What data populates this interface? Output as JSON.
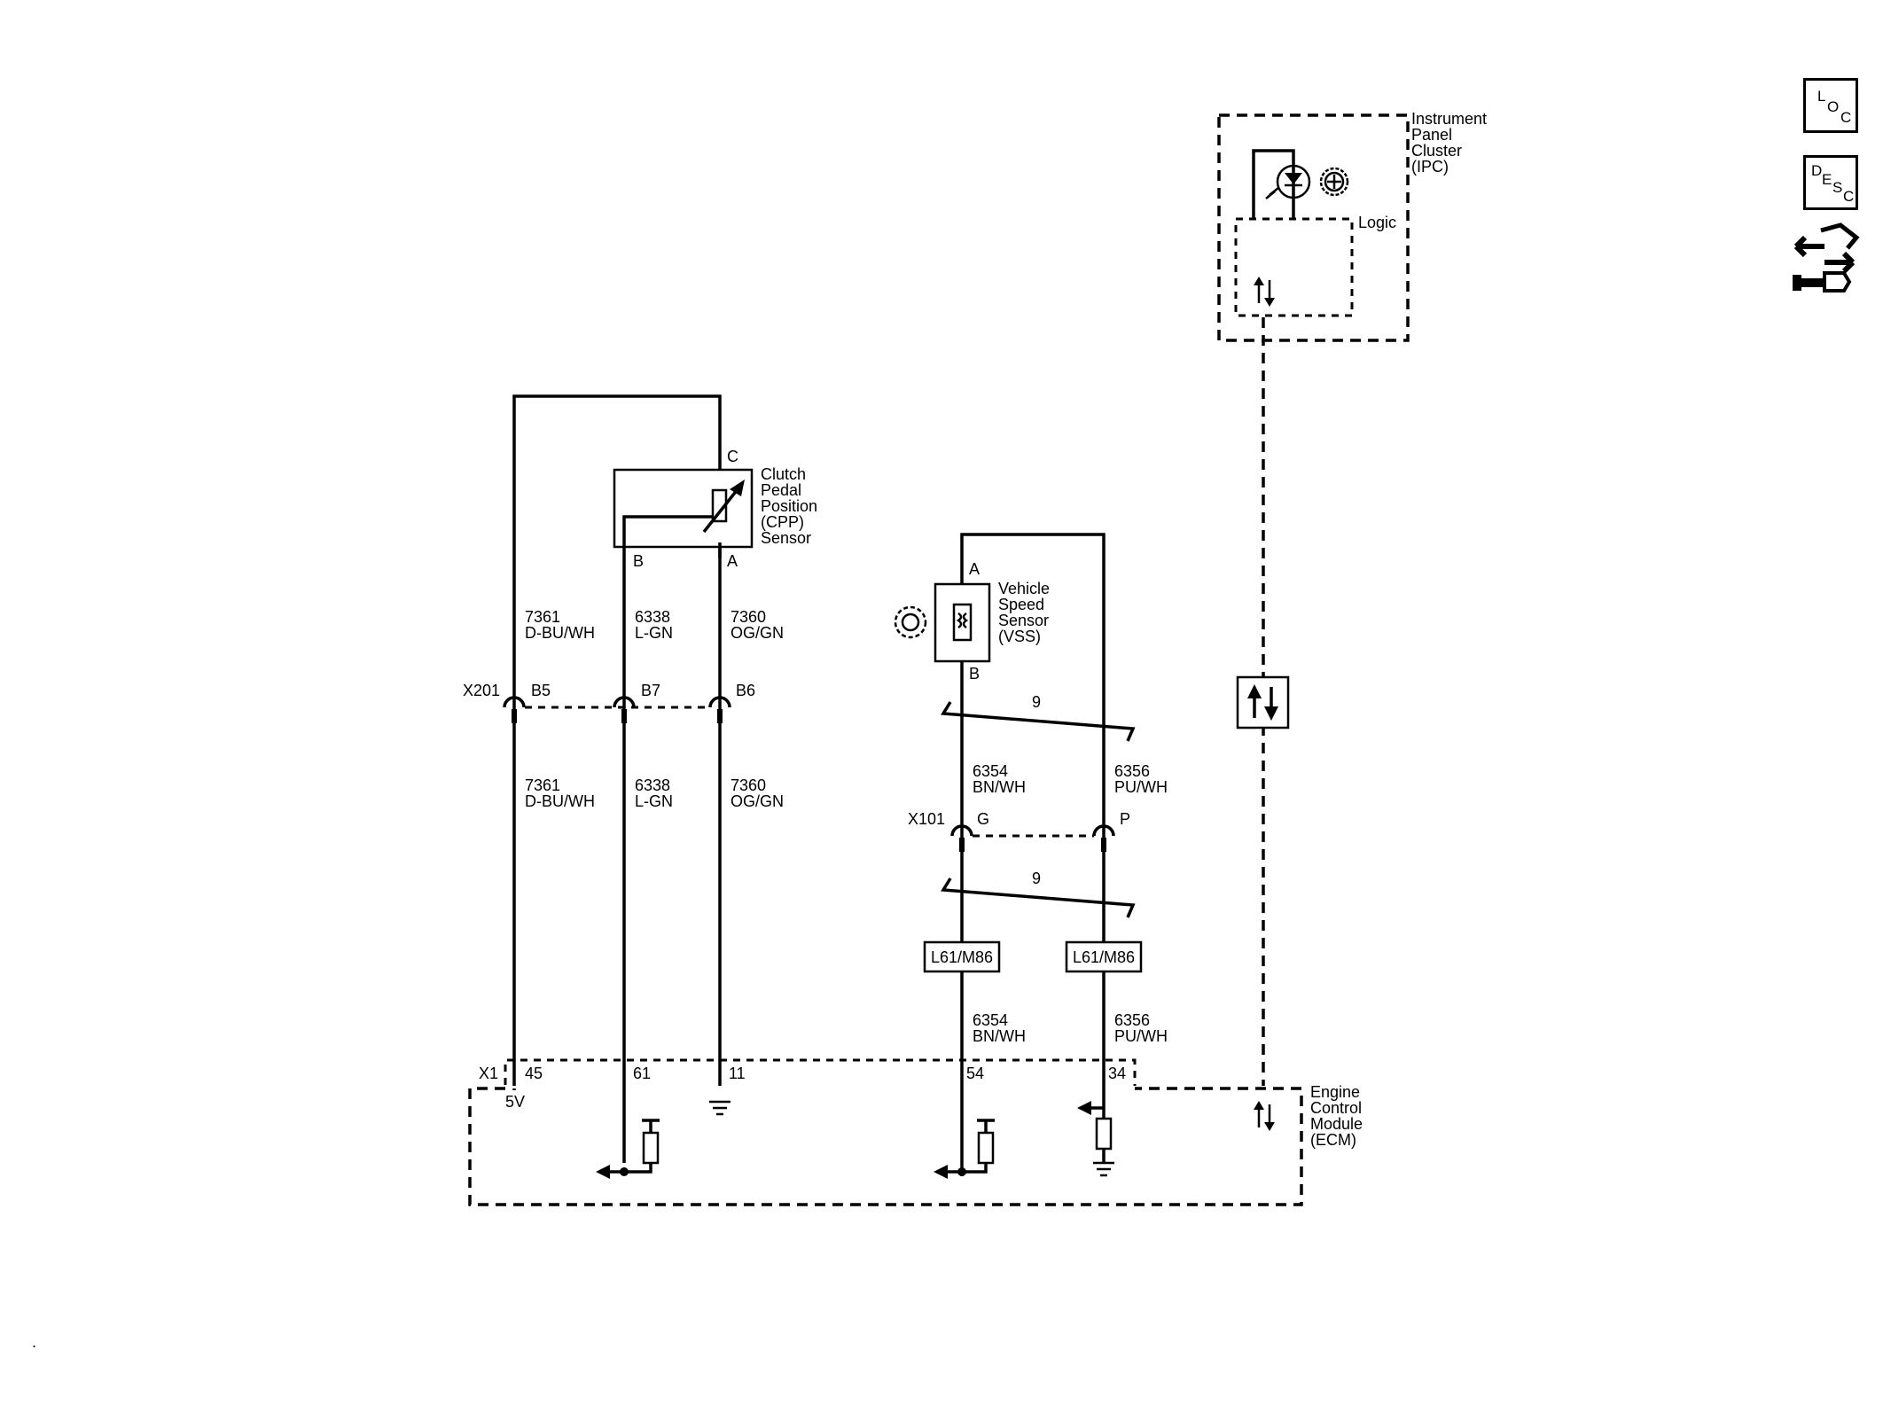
{
  "diagram": {
    "ipc": {
      "name_lines": [
        "Instrument",
        "Panel",
        "Cluster",
        "(IPC)"
      ],
      "logic_label": "Logic"
    },
    "cpp_sensor": {
      "name_lines": [
        "Clutch",
        "Pedal",
        "Position",
        "(CPP)",
        "Sensor"
      ],
      "pin_c": "C",
      "pin_b": "B",
      "pin_a": "A"
    },
    "vss": {
      "name_lines": [
        "Vehicle",
        "Speed",
        "Sensor",
        "(VSS)"
      ],
      "pin_a": "A",
      "pin_b": "B"
    },
    "x201": {
      "label": "X201",
      "pin_b5": "B5",
      "pin_b7": "B7",
      "pin_b6": "B6"
    },
    "x101": {
      "label": "X101",
      "pin_g": "G",
      "pin_p": "P"
    },
    "wires": {
      "w7361_top": {
        "circuit": "7361",
        "color": "D-BU/WH"
      },
      "w6338_top": {
        "circuit": "6338",
        "color": "L-GN"
      },
      "w7360_top": {
        "circuit": "7360",
        "color": "OG/GN"
      },
      "w7361_bot": {
        "circuit": "7361",
        "color": "D-BU/WH"
      },
      "w6338_bot": {
        "circuit": "6338",
        "color": "L-GN"
      },
      "w7360_bot": {
        "circuit": "7360",
        "color": "OG/GN"
      },
      "w6354_mid": {
        "circuit": "6354",
        "color": "BN/WH"
      },
      "w6356_mid": {
        "circuit": "6356",
        "color": "PU/WH"
      },
      "w6354_bot": {
        "circuit": "6354",
        "color": "BN/WH"
      },
      "w6356_bot": {
        "circuit": "6356",
        "color": "PU/WH"
      }
    },
    "twist_upper": "9",
    "twist_lower": "9",
    "option_left": "L61/M86",
    "option_right": "L61/M86",
    "ecm": {
      "name_lines": [
        "Engine",
        "Control",
        "Module",
        "(ECM)"
      ],
      "connector": "X1",
      "pin_45": "45",
      "pin_61": "61",
      "pin_11": "11",
      "pin_54": "54",
      "pin_34": "34",
      "ref_5v": "5V"
    },
    "stray_mark": "."
  },
  "side_buttons": {
    "loc": {
      "l1": "L",
      "l2": "O",
      "l3": "C"
    },
    "desc": {
      "l1": "D",
      "l2": "E",
      "l3": "S",
      "l4": "C"
    },
    "nav_icon": "connector-navigation-icon"
  }
}
